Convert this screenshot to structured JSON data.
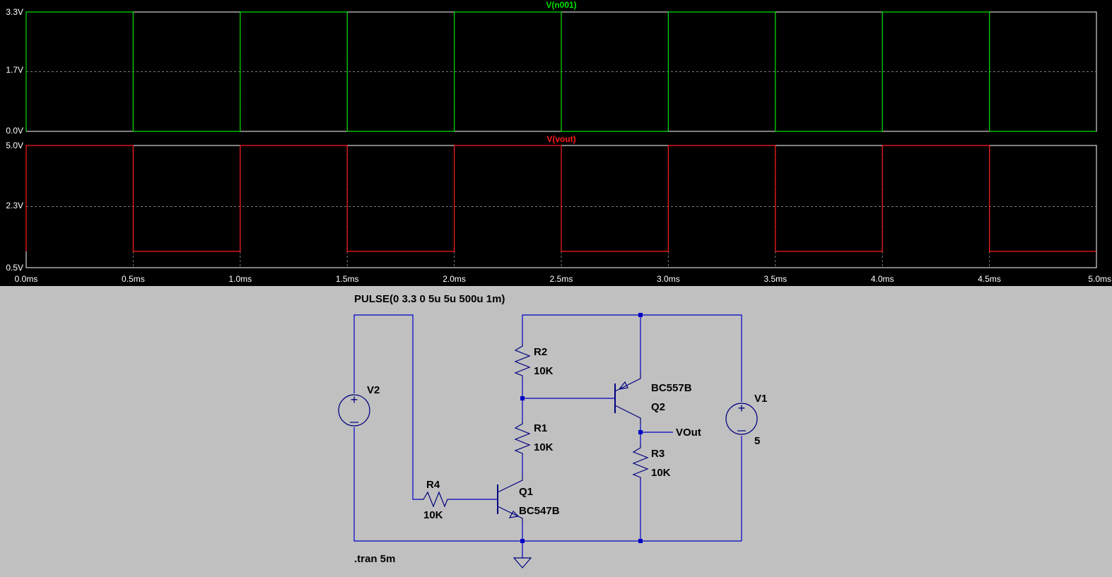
{
  "colors": {
    "plot_bg": "#000000",
    "trace_top": "#00e000",
    "trace_bottom": "#ff1a1a",
    "grid": "#7a7a7a",
    "axis_text": "#ffffff",
    "schematic_bg": "#c0c0c0",
    "wire": "#0000c8",
    "component": "#000080"
  },
  "chart_data": [
    {
      "type": "line",
      "title": "V(n001)",
      "series": [
        {
          "name": "V(n001)",
          "color": "#00e000",
          "x": [
            0.0,
            0.0,
            0.5,
            0.5,
            1.0,
            1.0,
            1.5,
            1.5,
            2.0,
            2.0,
            2.5,
            2.5,
            3.0,
            3.0,
            3.5,
            3.5,
            4.0,
            4.0,
            4.5,
            4.5,
            5.0
          ],
          "values": [
            0,
            3.3,
            3.3,
            0,
            0,
            3.3,
            3.3,
            0,
            0,
            3.3,
            3.3,
            0,
            0,
            3.3,
            3.3,
            0,
            0,
            3.3,
            3.3,
            0,
            0
          ]
        }
      ],
      "ylim": [
        0.0,
        3.3
      ],
      "yticks": [
        "3.3V",
        "1.7V",
        "0.0V"
      ],
      "xlim": [
        0.0,
        5.0
      ],
      "grid": true
    },
    {
      "type": "line",
      "title": "V(vout)",
      "series": [
        {
          "name": "V(vout)",
          "color": "#ff1a1a",
          "x": [
            0.0,
            0.0,
            0.5,
            0.5,
            1.0,
            1.0,
            1.5,
            1.5,
            2.0,
            2.0,
            2.5,
            2.5,
            3.0,
            3.0,
            3.5,
            3.5,
            4.0,
            4.0,
            4.5,
            4.5,
            5.0
          ],
          "values": [
            1.1,
            5.0,
            5.0,
            1.1,
            1.1,
            5.0,
            5.0,
            1.1,
            1.1,
            5.0,
            5.0,
            1.1,
            1.1,
            5.0,
            5.0,
            1.1,
            1.1,
            5.0,
            5.0,
            1.1,
            1.1
          ]
        }
      ],
      "ylim": [
        0.5,
        5.0
      ],
      "yticks": [
        "5.0V",
        "2.3V",
        "0.5V"
      ],
      "xlim": [
        0.0,
        5.0
      ],
      "grid": true
    }
  ],
  "x_axis": {
    "ticks": [
      "0.0ms",
      "0.5ms",
      "1.0ms",
      "1.5ms",
      "2.0ms",
      "2.5ms",
      "3.0ms",
      "3.5ms",
      "4.0ms",
      "4.5ms",
      "5.0ms"
    ]
  },
  "schematic": {
    "pulse_directive": "PULSE(0 3.3 0 5u 5u 500u 1m)",
    "tran_directive": ".tran 5m",
    "v2": {
      "name": "V2"
    },
    "v1": {
      "name": "V1",
      "value": "5"
    },
    "r1": {
      "name": "R1",
      "value": "10K"
    },
    "r2": {
      "name": "R2",
      "value": "10K"
    },
    "r3": {
      "name": "R3",
      "value": "10K"
    },
    "r4": {
      "name": "R4",
      "value": "10K"
    },
    "q1": {
      "name": "Q1",
      "model": "BC547B"
    },
    "q2": {
      "name": "Q2",
      "model": "BC557B"
    },
    "vout_label": "VOut"
  }
}
